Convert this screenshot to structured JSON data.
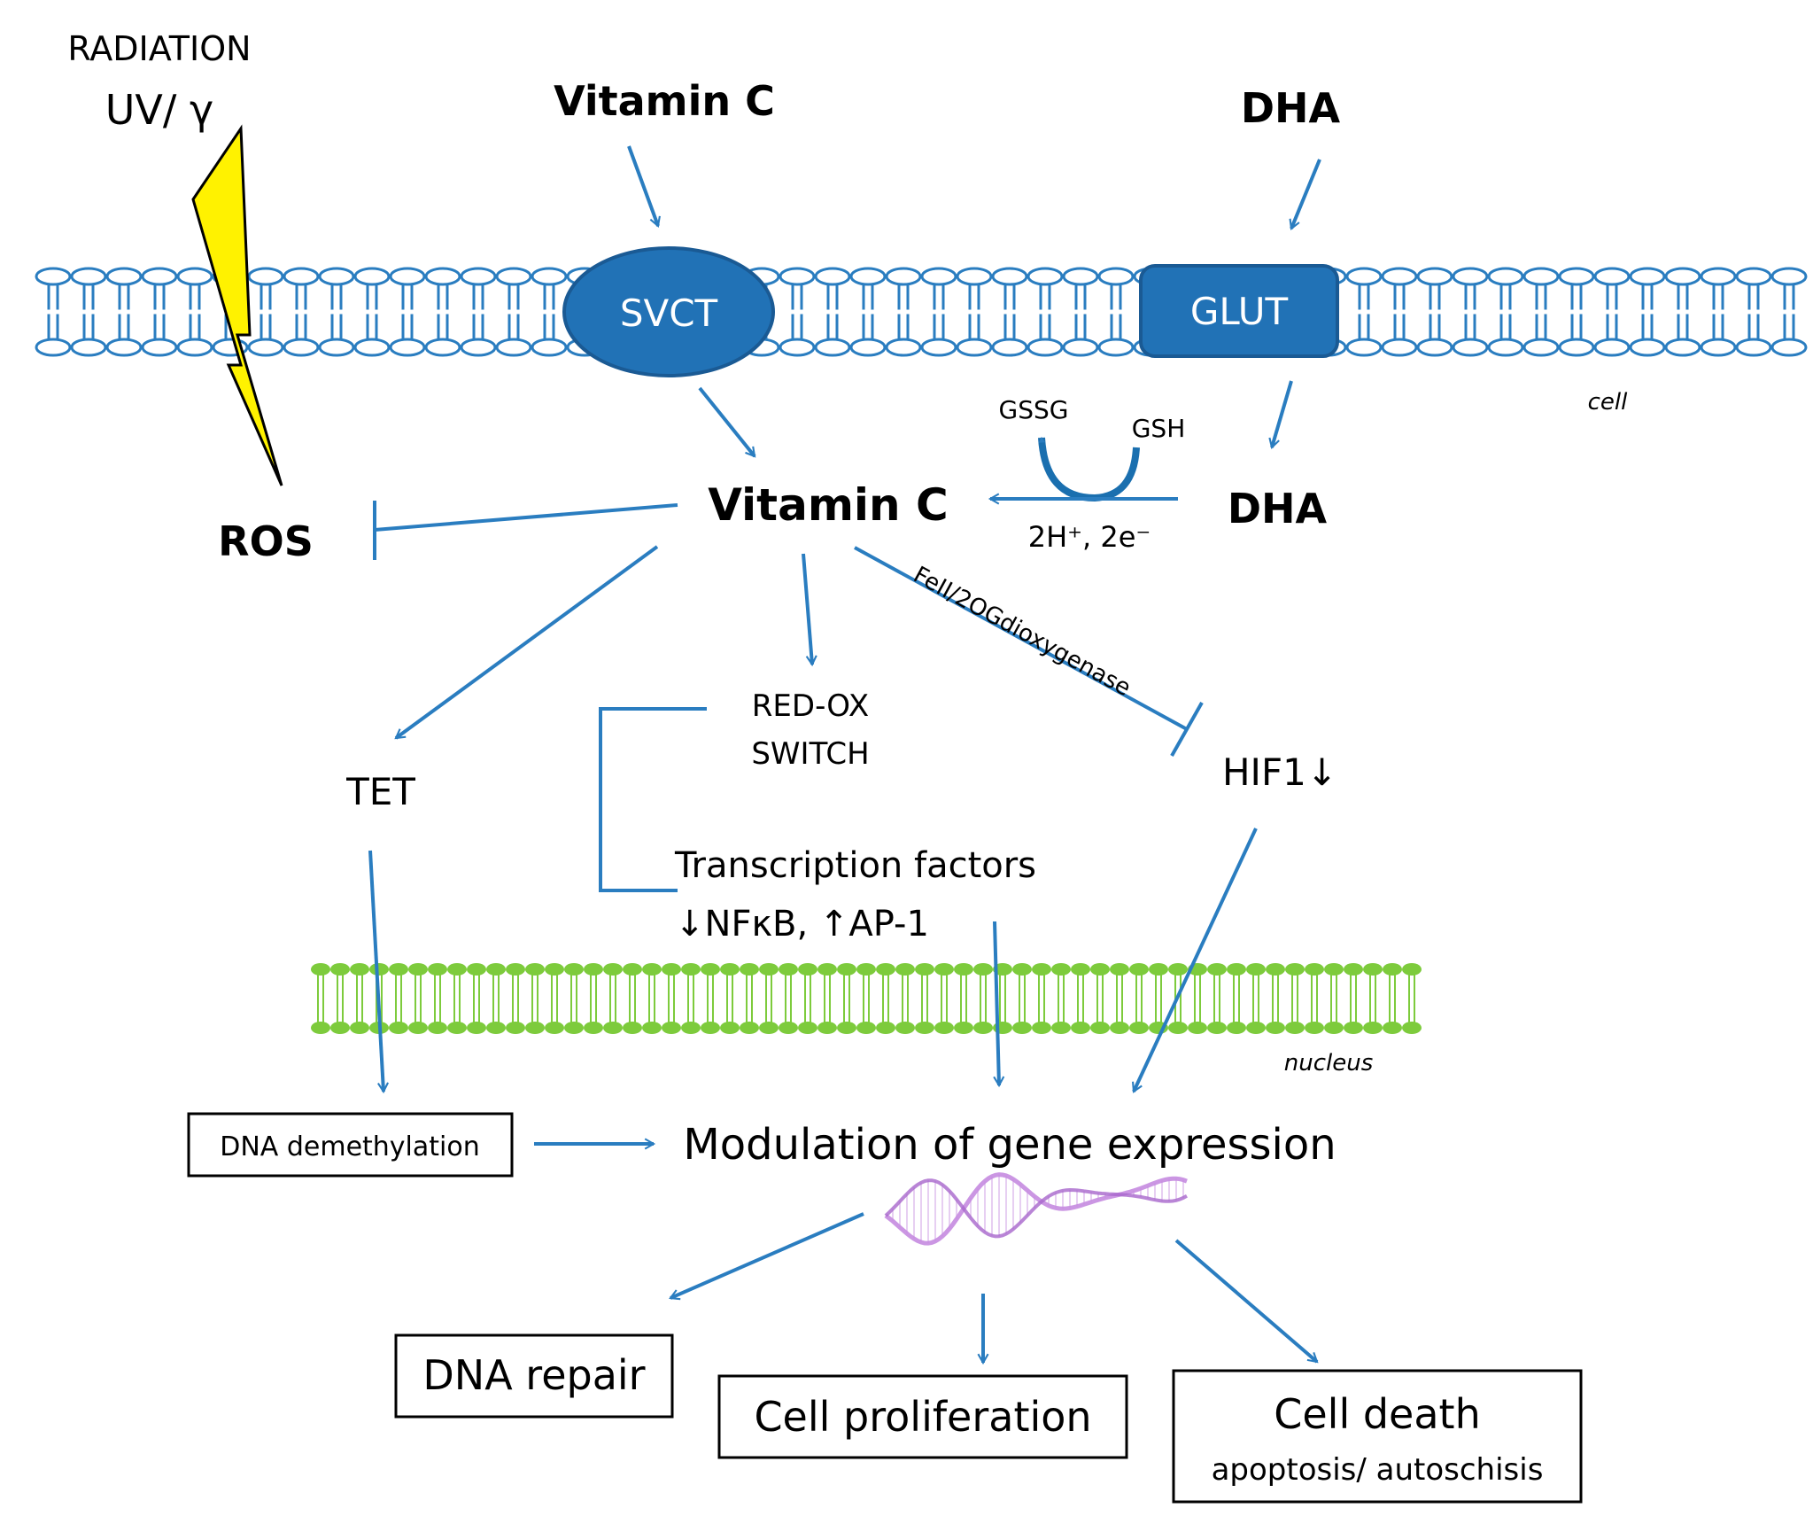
{
  "labels": {
    "radiation": "RADIATION",
    "uv_gamma": "UV/ γ",
    "vitc_outside": "Vitamin C",
    "dha_outside": "DHA",
    "svct": "SVCT",
    "glut": "GLUT",
    "cell": "cell",
    "gssg": "GSSG",
    "gsh": "GSH",
    "electrons": "2H⁺, 2e⁻",
    "vitc_inside": "Vitamin C",
    "dha_inside": "DHA",
    "ros": "ROS",
    "enzyme": "FeII/2OGdioxygenase",
    "tet": "TET",
    "redox_1": "RED-OX",
    "redox_2": "SWITCH",
    "hif1": "HIF1↓",
    "tf_1": "Transcription factors",
    "tf_2": "↓NFκB, ↑AP-1",
    "nucleus": "nucleus",
    "dna_demethylation": "DNA demethylation",
    "modulation": "Modulation of gene expression",
    "dna_repair": "DNA repair",
    "cell_proliferation": "Cell proliferation",
    "cell_death": "Cell death",
    "cell_death_sub": "apoptosis/ autoschisis"
  },
  "colors": {
    "arrow": "#2A7DC0",
    "membrane": "#2A7DC0",
    "transporter_fill": "#2172B6",
    "transporter_stroke": "#1A5A94",
    "nucleus_membrane": "#7DCB3C",
    "lightning": "#FFF200",
    "dna": "#C58BE0"
  }
}
